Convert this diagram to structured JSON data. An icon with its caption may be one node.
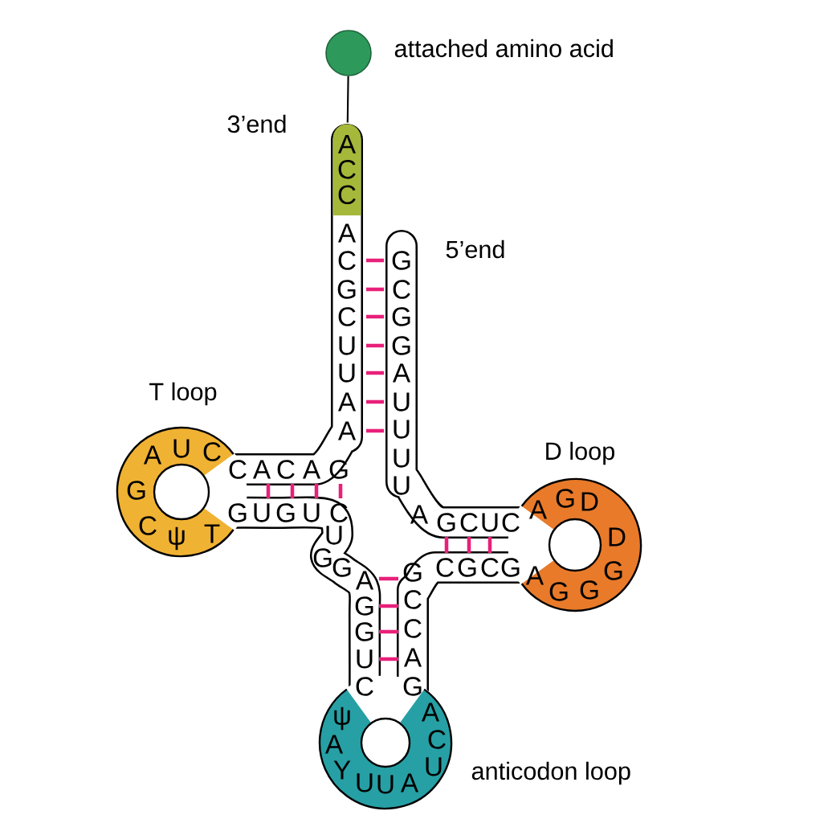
{
  "diagram": {
    "nodes": [
      {
        "text": [],
        "shape": "circle",
        "beside": [
          "attached amino acid"
        ]
      },
      {
        "text": [
          "A",
          "C",
          "C"
        ],
        "beside": [
          "3’end"
        ]
      },
      {
        "text": [
          "A",
          "U",
          "C",
          "G",
          "C",
          "ψ",
          "T"
        ],
        "beside": [
          "T loop"
        ]
      },
      {
        "text": [
          "A",
          "G",
          "D",
          "D",
          "G",
          "G",
          "G",
          "A"
        ],
        "beside": [
          "D loop"
        ]
      },
      {
        "text": [
          "ψ",
          "A",
          "Y",
          "U",
          "U",
          "A",
          "U",
          "C"
        ],
        "beside": [
          "anticodon loop"
        ]
      }
    ],
    "edges": [
      {
        "from": 0,
        "to": 1,
        "arrow": "none"
      }
    ],
    "labels": [
      "5’end",
      "A",
      "C",
      "G",
      "C",
      "U",
      "U",
      "A",
      "A",
      "G",
      "C",
      "G",
      "G",
      "A",
      "U",
      "U",
      "U",
      "U",
      "A",
      "C",
      "A",
      "C",
      "A",
      "G",
      "G",
      "U",
      "G",
      "U",
      "C",
      "U",
      "G",
      "G",
      "G",
      "C",
      "U",
      "C",
      "C",
      "G",
      "C",
      "G",
      "A",
      "G",
      "G",
      "U",
      "C",
      "G",
      "C",
      "C",
      "A",
      "G",
      "A"
    ]
  }
}
